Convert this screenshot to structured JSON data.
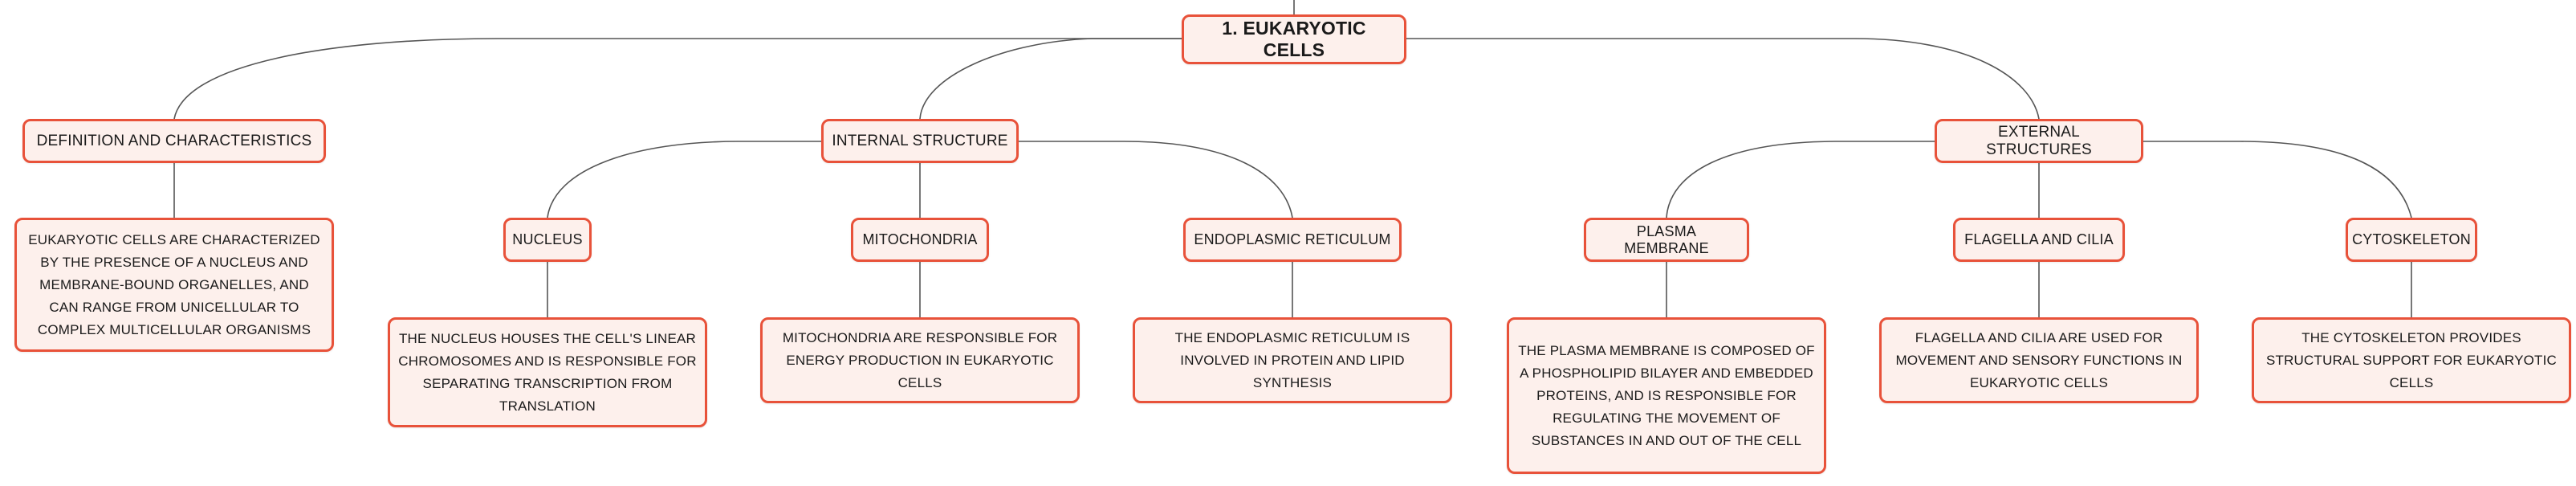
{
  "root": {
    "label": "1. EUKARYOTIC CELLS"
  },
  "branches": [
    {
      "label": "DEFINITION AND CHARACTERISTICS",
      "detail": "EUKARYOTIC CELLS ARE CHARACTERIZED BY THE PRESENCE OF A NUCLEUS AND MEMBRANE-BOUND ORGANELLES, AND CAN RANGE FROM UNICELLULAR TO COMPLEX MULTICELLULAR ORGANISMS"
    },
    {
      "label": "INTERNAL STRUCTURE",
      "children": [
        {
          "label": "NUCLEUS",
          "detail": "THE NUCLEUS HOUSES THE CELL'S LINEAR CHROMOSOMES AND IS RESPONSIBLE FOR SEPARATING TRANSCRIPTION FROM TRANSLATION"
        },
        {
          "label": "MITOCHONDRIA",
          "detail": "MITOCHONDRIA ARE RESPONSIBLE FOR ENERGY PRODUCTION IN EUKARYOTIC CELLS"
        },
        {
          "label": "ENDOPLASMIC RETICULUM",
          "detail": "THE ENDOPLASMIC RETICULUM IS INVOLVED IN PROTEIN AND LIPID SYNTHESIS"
        }
      ]
    },
    {
      "label": "EXTERNAL STRUCTURES",
      "children": [
        {
          "label": "PLASMA MEMBRANE",
          "detail": "THE PLASMA MEMBRANE IS COMPOSED OF A PHOSPHOLIPID BILAYER AND EMBEDDED PROTEINS, AND IS RESPONSIBLE FOR REGULATING THE MOVEMENT OF SUBSTANCES IN AND OUT OF THE CELL"
        },
        {
          "label": "FLAGELLA AND CILIA",
          "detail": "FLAGELLA AND CILIA ARE USED FOR MOVEMENT AND SENSORY FUNCTIONS IN EUKARYOTIC CELLS"
        },
        {
          "label": "CYTOSKELETON",
          "detail": "THE CYTOSKELETON PROVIDES STRUCTURAL SUPPORT FOR EUKARYOTIC CELLS"
        }
      ]
    }
  ],
  "colors": {
    "node_border": "#e8523a",
    "node_fill": "#fdf0ec",
    "connector": "#555555"
  }
}
